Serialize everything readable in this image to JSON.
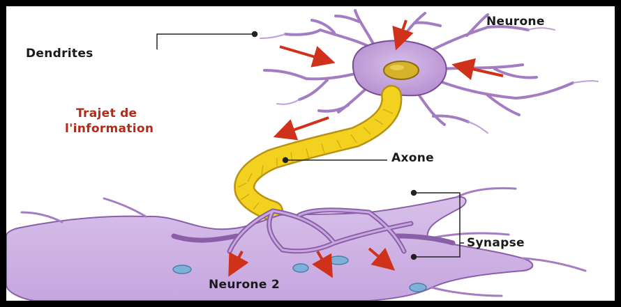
{
  "labels": {
    "neurone": "Neurone",
    "dendrites": "Dendrites",
    "trajet_line1": "Trajet de",
    "trajet_line2": "l'information",
    "axone": "Axone",
    "synapse": "Synapse",
    "neurone2": "Neurone 2"
  },
  "colors": {
    "cell_body": "#c9a9de",
    "cell_outline": "#7a4a97",
    "nucleus": "#d6b22a",
    "axon": "#f3d21f",
    "axon_outline": "#b89214",
    "arrow": "#d0311a",
    "label_text": "#1a1a1a",
    "label_red": "#b52a16",
    "leader_line": "#222222"
  }
}
